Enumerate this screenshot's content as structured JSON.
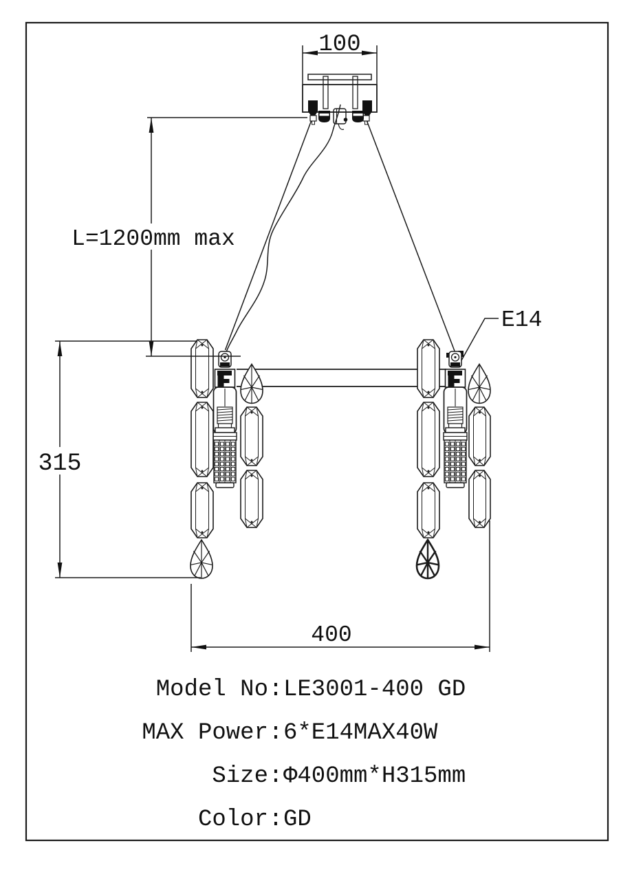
{
  "drawing": {
    "title_hint": "pendant lamp technical drawing",
    "colors": {
      "line": "#1a1a1a",
      "background": "#ffffff"
    },
    "dims": {
      "canopy_width": "100",
      "suspension_length": "L=1200mm max",
      "body_height": "315",
      "body_diameter": "400",
      "socket_label": "E14"
    },
    "specs": {
      "colon": ":",
      "rows": [
        {
          "label": "Model No",
          "value": "LE3001-400 GD"
        },
        {
          "label": "MAX Power",
          "value": "6*E14MAX40W"
        },
        {
          "label": "Size",
          "value": "Φ400mm*H315mm"
        },
        {
          "label": "Color",
          "value": "GD"
        }
      ]
    }
  }
}
